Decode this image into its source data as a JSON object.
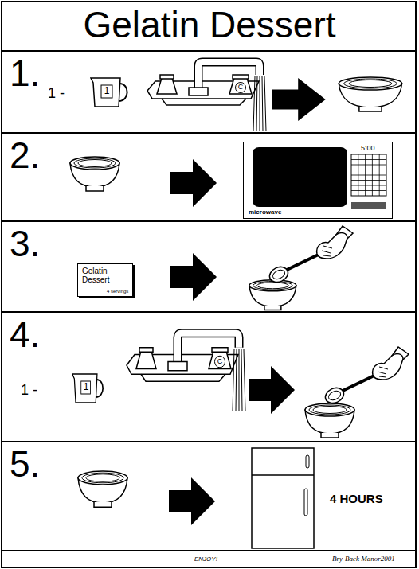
{
  "diagram": {
    "title": "Gelatin Dessert",
    "nodes": [
      {
        "text": [
          "1."
        ]
      },
      {
        "text": [
          "1"
        ],
        "in": 0
      },
      {
        "text": [
          "2."
        ]
      },
      {
        "text": [
          "5:00",
          "microwave"
        ],
        "in": 2
      },
      {
        "text": [
          "3."
        ]
      },
      {
        "text": [
          "Gelatin Dessert",
          "4 servings"
        ],
        "in": 4
      },
      {
        "text": [
          "4."
        ]
      },
      {
        "text": [
          "1"
        ],
        "in": 6
      },
      {
        "text": [
          "5."
        ]
      }
    ],
    "labels": [
      "1 -",
      "C",
      "1 -",
      "C",
      "4 HOURS",
      "ENJOY!",
      "Bry-Back Manor2001"
    ]
  }
}
